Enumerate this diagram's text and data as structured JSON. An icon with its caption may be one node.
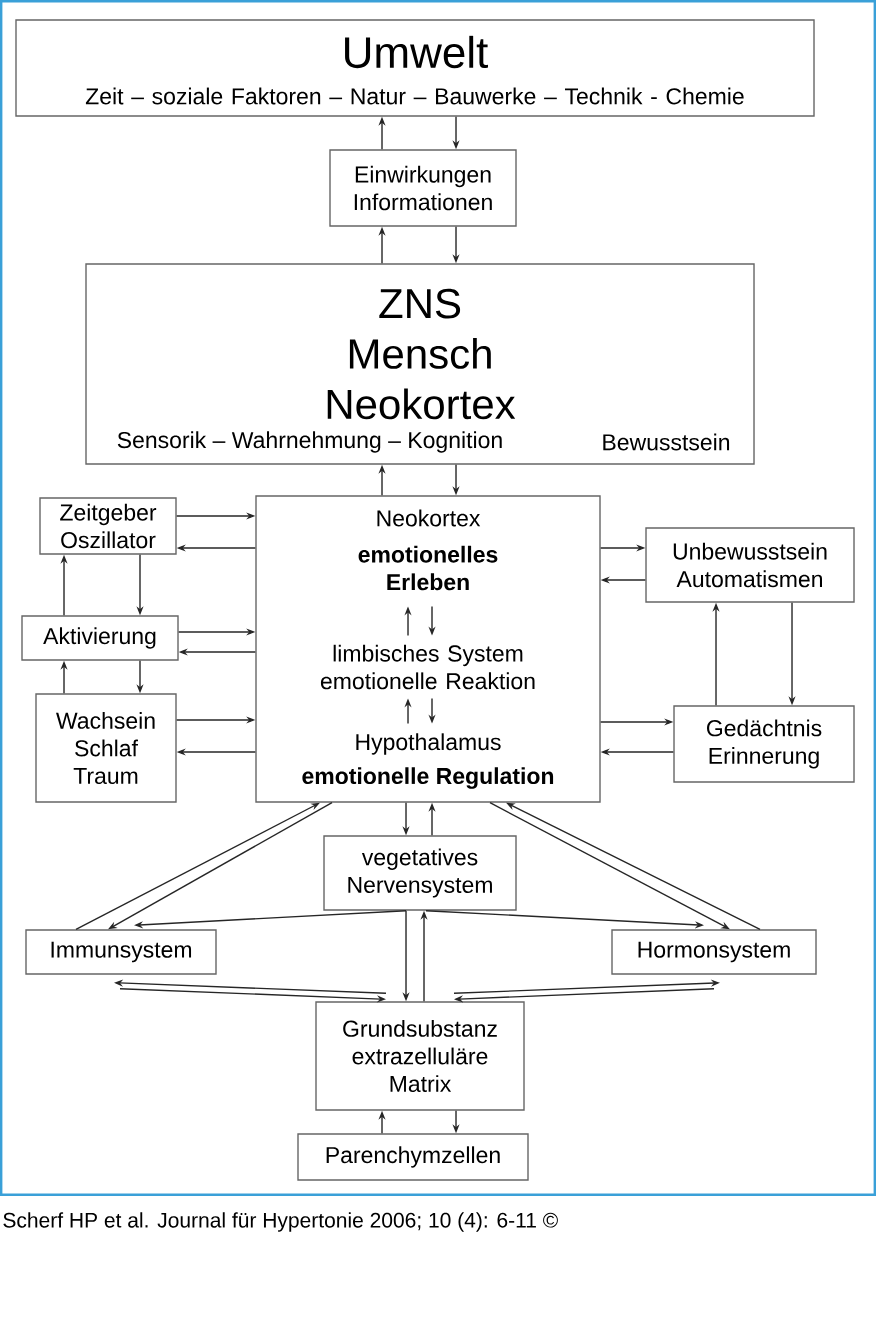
{
  "diagram": {
    "caption": "Scherf HP et al. Journal für Hypertonie 2006; 10 (4): 6-11 ©",
    "nodes": [
      {
        "text": [
          "Umwelt",
          "Zeit – soziale Faktoren – Natur – Bauwerke – Technik - Chemie"
        ]
      },
      {
        "text": [
          "Einwirkungen Informationen"
        ]
      },
      {
        "text": [
          "ZNS Mensch Neokortex",
          "Sensorik – Wahrnehmung – Kognition",
          "Bewusstsein"
        ]
      },
      {
        "text": [
          "Zeitgeber Oszillator"
        ]
      },
      {
        "text": [
          "Aktivierung"
        ]
      },
      {
        "text": [
          "Wachsein Schlaf Traum"
        ]
      },
      {
        "text": [],
        "shape": "box"
      },
      {
        "text": [
          "Neokortex",
          "emotionelles Erleben"
        ],
        "in": 6
      },
      {
        "text": [
          "limbisches System emotionelle Reaktion"
        ],
        "in": 6
      },
      {
        "text": [
          "Hypothalamus",
          "emotionelle Regulation"
        ],
        "in": 6
      },
      {
        "text": [
          "Unbewusstsein Automatismen"
        ]
      },
      {
        "text": [
          "Gedächtnis Erinnerung"
        ]
      },
      {
        "text": [
          "vegetatives Nervensystem"
        ]
      },
      {
        "text": [
          "Immunsystem"
        ]
      },
      {
        "text": [
          "Hormonsystem"
        ]
      },
      {
        "text": [
          "Grundsubstanz extrazelluläre Matrix"
        ]
      },
      {
        "text": [
          "Parenchymzellen"
        ]
      }
    ],
    "edges": [
      {
        "from": 1,
        "to": 0,
        "arrow": "to"
      },
      {
        "from": 0,
        "to": 1,
        "arrow": "to"
      },
      {
        "from": 2,
        "to": 1,
        "arrow": "to"
      },
      {
        "from": 1,
        "to": 2,
        "arrow": "to"
      },
      {
        "from": 6,
        "to": 2,
        "arrow": "to"
      },
      {
        "from": 2,
        "to": 6,
        "arrow": "to"
      },
      {
        "from": 3,
        "to": 6,
        "arrow": "to"
      },
      {
        "from": 6,
        "to": 3,
        "arrow": "to"
      },
      {
        "from": 3,
        "to": 4,
        "arrow": "to"
      },
      {
        "from": 4,
        "to": 3,
        "arrow": "to"
      },
      {
        "from": 4,
        "to": 6,
        "arrow": "to"
      },
      {
        "from": 6,
        "to": 4,
        "arrow": "to"
      },
      {
        "from": 5,
        "to": 4,
        "arrow": "to"
      },
      {
        "from": 4,
        "to": 5,
        "arrow": "to"
      },
      {
        "from": 5,
        "to": 6,
        "arrow": "to"
      },
      {
        "from": 6,
        "to": 5,
        "arrow": "to"
      },
      {
        "from": 6,
        "to": 10,
        "arrow": "to"
      },
      {
        "from": 10,
        "to": 6,
        "arrow": "to"
      },
      {
        "from": 6,
        "to": 11,
        "arrow": "to"
      },
      {
        "from": 11,
        "to": 6,
        "arrow": "to"
      },
      {
        "from": 11,
        "to": 10,
        "arrow": "to"
      },
      {
        "from": 10,
        "to": 11,
        "arrow": "to"
      },
      {
        "from": 8,
        "to": 7,
        "arrow": "to"
      },
      {
        "from": 7,
        "to": 8,
        "arrow": "to"
      },
      {
        "from": 9,
        "to": 8,
        "arrow": "to"
      },
      {
        "from": 8,
        "to": 9,
        "arrow": "to"
      },
      {
        "from": 6,
        "to": 12,
        "arrow": "to"
      },
      {
        "from": 12,
        "to": 6,
        "arrow": "to"
      },
      {
        "from": 13,
        "to": 6,
        "arrow": "to"
      },
      {
        "from": 6,
        "to": 13,
        "arrow": "to"
      },
      {
        "from": 14,
        "to": 6,
        "arrow": "to"
      },
      {
        "from": 6,
        "to": 14,
        "arrow": "to"
      },
      {
        "from": 12,
        "to": 13,
        "arrow": "to"
      },
      {
        "from": 12,
        "to": 14,
        "arrow": "to"
      },
      {
        "from": 12,
        "to": 15,
        "arrow": "to"
      },
      {
        "from": 15,
        "to": 12,
        "arrow": "to"
      },
      {
        "from": 15,
        "to": 13,
        "arrow": "to"
      },
      {
        "from": 13,
        "to": 15,
        "arrow": "to"
      },
      {
        "from": 15,
        "to": 14,
        "arrow": "to"
      },
      {
        "from": 14,
        "to": 15,
        "arrow": "to"
      },
      {
        "from": 16,
        "to": 15,
        "arrow": "to"
      },
      {
        "from": 15,
        "to": 16,
        "arrow": "to"
      }
    ]
  }
}
